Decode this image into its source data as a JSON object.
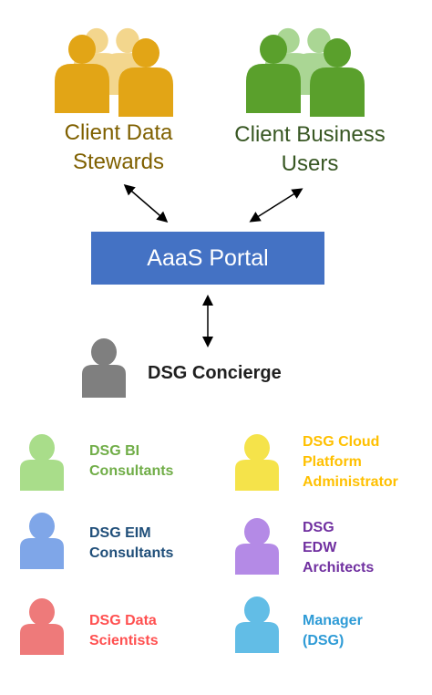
{
  "groups": {
    "stewards": {
      "label_line1": "Client Data",
      "label_line2": "Stewards",
      "color": "#7f6000",
      "icon_color": "#e2a516"
    },
    "business": {
      "label_line1": "Client Business",
      "label_line2": "Users",
      "color": "#385723",
      "icon_color": "#5aa02c"
    }
  },
  "portal": {
    "label": "AaaS Portal",
    "color": "#4472c4"
  },
  "concierge": {
    "label": "DSG Concierge",
    "icon_color": "#7f7f7f"
  },
  "roles": [
    {
      "label": "DSG BI\nConsultants",
      "color": "#70ad47",
      "icon_color": "#a9dd8a",
      "icon": "person-icon"
    },
    {
      "label": "DSG Cloud\nPlatform\nAdministrator",
      "color": "#ffc000",
      "icon_color": "#f5e34a",
      "icon": "person-icon"
    },
    {
      "label": "DSG EIM\nConsultants",
      "color": "#1f4e79",
      "icon_color": "#7fa6e8",
      "icon": "person-icon"
    },
    {
      "label": "DSG\nEDW\nArchitects",
      "color": "#7030a0",
      "icon_color": "#b48ae6",
      "icon": "person-icon"
    },
    {
      "label": "DSG Data\nScientists",
      "color": "#ff5050",
      "icon_color": "#ee7a7a",
      "icon": "person-icon"
    },
    {
      "label": "Manager\n(DSG)",
      "color": "#2e9bd6",
      "icon_color": "#62bde6",
      "icon": "person-icon"
    }
  ]
}
